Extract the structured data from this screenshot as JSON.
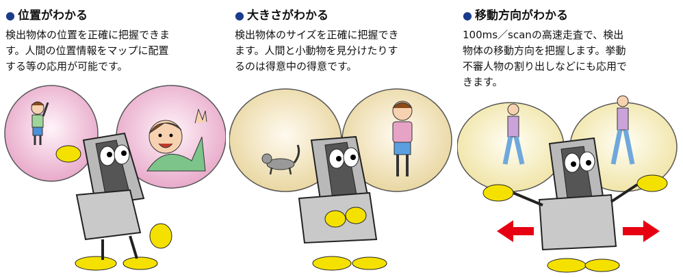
{
  "colors": {
    "bullet": "#1a3c8c",
    "pink_bubble": "#e8aacb",
    "beige_bubble": "#ecd9a6",
    "yellow_bubble": "#f5ecb3",
    "arrow_red": "#e60012",
    "glove_yellow": "#f5e100"
  },
  "sections": [
    {
      "title": "位置がわかる",
      "lines": [
        "検出物体の位置を正確に把握できま",
        "す。人間の位置情報をマップに配置",
        "する等の応用が可能です。"
      ]
    },
    {
      "title": "大きさがわかる",
      "lines": [
        "検出物体のサイズを正確に把握でき",
        "ます。人間と小動物を見分けたりす",
        "るのは得意中の得意です。"
      ]
    },
    {
      "title": "移動方向がわかる",
      "lines": [
        "100ms／scanの高速走査で、検出",
        "物体の移動方向を把握します。挙動",
        "不審人物の割り出しなどにも応用で",
        "きます。"
      ]
    }
  ],
  "icons": {
    "bullet": "circle-bullet-icon",
    "left_arrow": "red-left-arrow-icon",
    "right_arrow": "red-right-arrow-icon"
  }
}
